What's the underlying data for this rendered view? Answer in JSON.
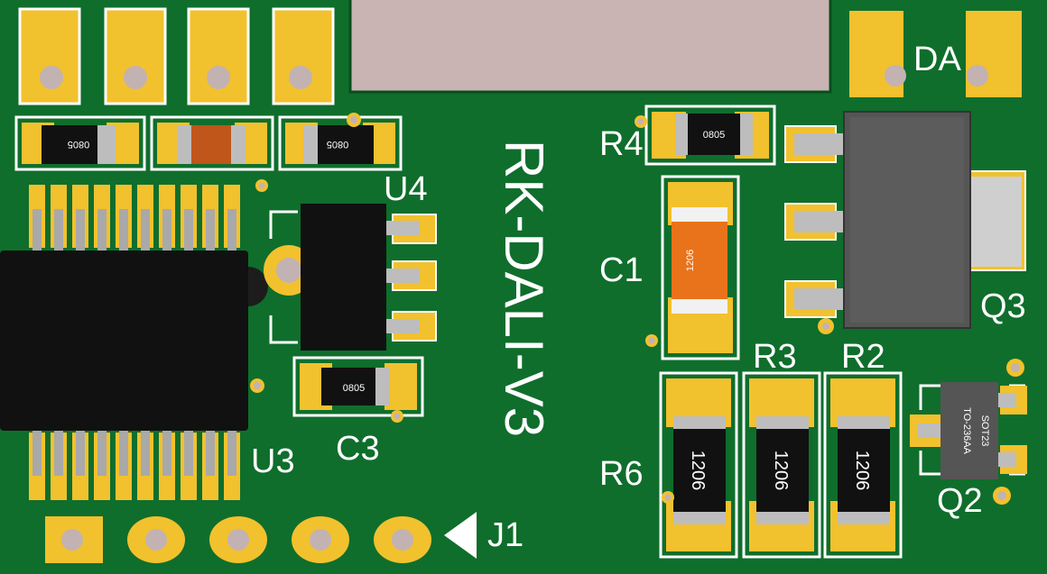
{
  "board": {
    "title": "RK-DALI-V3",
    "colors": {
      "solder_mask": "#0f6e2c",
      "mask_dark": "#0b5a22",
      "copper_pad": "#f2c12e",
      "silkscreen": "#ffffff",
      "ic_body": "#111111",
      "cap_orange": "#e9731a",
      "cutout": "#c9b3b3",
      "drill": "#c3b2b2"
    }
  },
  "labels": {
    "r4": "R4",
    "c1": "C1",
    "u4": "U4",
    "u3": "U3",
    "c3": "C3",
    "r6": "R6",
    "r3": "R3",
    "r2": "R2",
    "q3": "Q3",
    "q2": "Q2",
    "j1": "J1",
    "da": "DA"
  },
  "packages": {
    "p0805": "0805",
    "p1206": "1206",
    "sot23": "SOT23",
    "to236": "TO-236AA"
  }
}
